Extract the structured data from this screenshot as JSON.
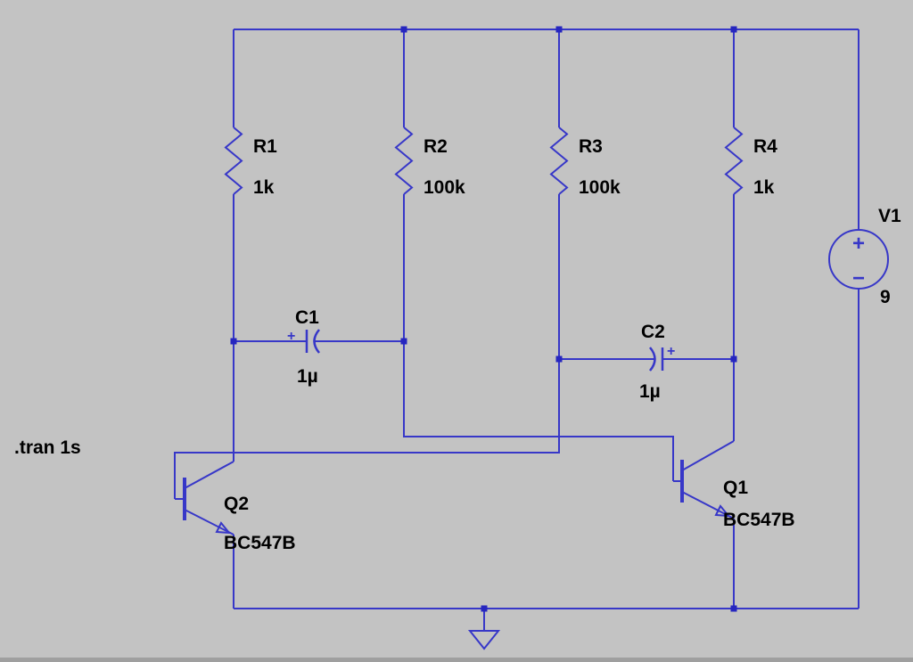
{
  "window": {
    "background_color": "#c3c3c3",
    "wire_color": "#3737c8",
    "text_color": "#000000"
  },
  "directive": ".tran 1s",
  "components": {
    "r1": {
      "designator": "R1",
      "value": "1k"
    },
    "r2": {
      "designator": "R2",
      "value": "100k"
    },
    "r3": {
      "designator": "R3",
      "value": "100k"
    },
    "r4": {
      "designator": "R4",
      "value": "1k"
    },
    "c1": {
      "designator": "C1",
      "value": "1µ",
      "plus": "+"
    },
    "c2": {
      "designator": "C2",
      "value": "1µ",
      "plus": "+"
    },
    "q1": {
      "designator": "Q1",
      "value": "BC547B"
    },
    "q2": {
      "designator": "Q2",
      "value": "BC547B"
    },
    "v1": {
      "designator": "V1",
      "value": "9",
      "plus": "+",
      "minus": "−"
    }
  }
}
